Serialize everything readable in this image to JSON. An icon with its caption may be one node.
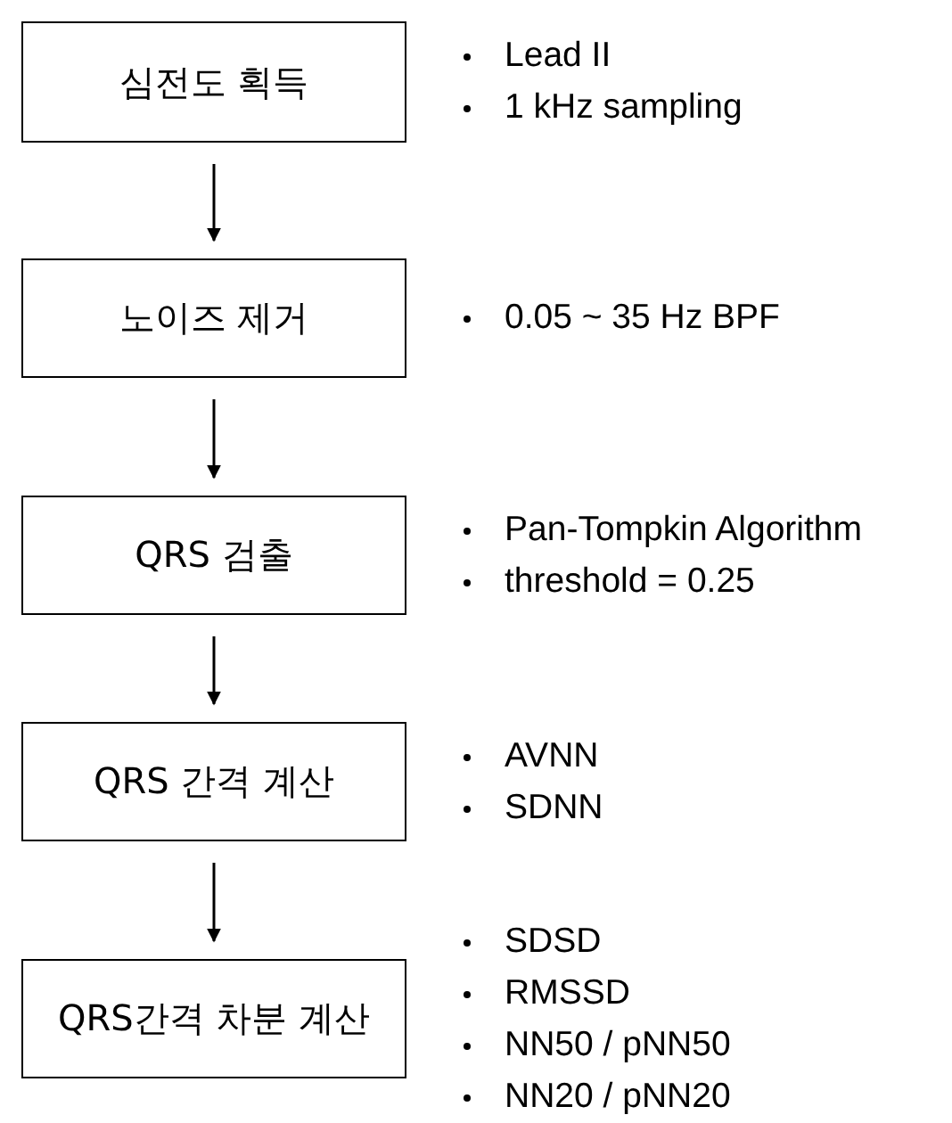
{
  "diagram": {
    "nodes": [
      {
        "text": [
          "심전도 획득"
        ],
        "beside": [
          "Lead II",
          "1 kHz sampling"
        ]
      },
      {
        "text": [
          "노이즈 제거"
        ],
        "beside": [
          "0.05 ~ 35 Hz BPF"
        ]
      },
      {
        "text": [
          "QRS 검출"
        ],
        "beside": [
          "Pan-Tompkin Algorithm",
          "threshold = 0.25"
        ]
      },
      {
        "text": [
          "QRS 간격 계산"
        ],
        "beside": [
          "AVNN",
          "SDNN"
        ]
      },
      {
        "text": [
          "QRS간격 차분 계산"
        ],
        "beside": [
          "SDSD",
          "RMSSD",
          "NN50 / pNN50",
          "NN20 / pNN20"
        ]
      }
    ],
    "edges": [
      {
        "from": 0,
        "to": 1,
        "arrow": "to"
      },
      {
        "from": 1,
        "to": 2,
        "arrow": "to"
      },
      {
        "from": 2,
        "to": 3,
        "arrow": "to"
      },
      {
        "from": 3,
        "to": 4,
        "arrow": "to"
      }
    ]
  }
}
